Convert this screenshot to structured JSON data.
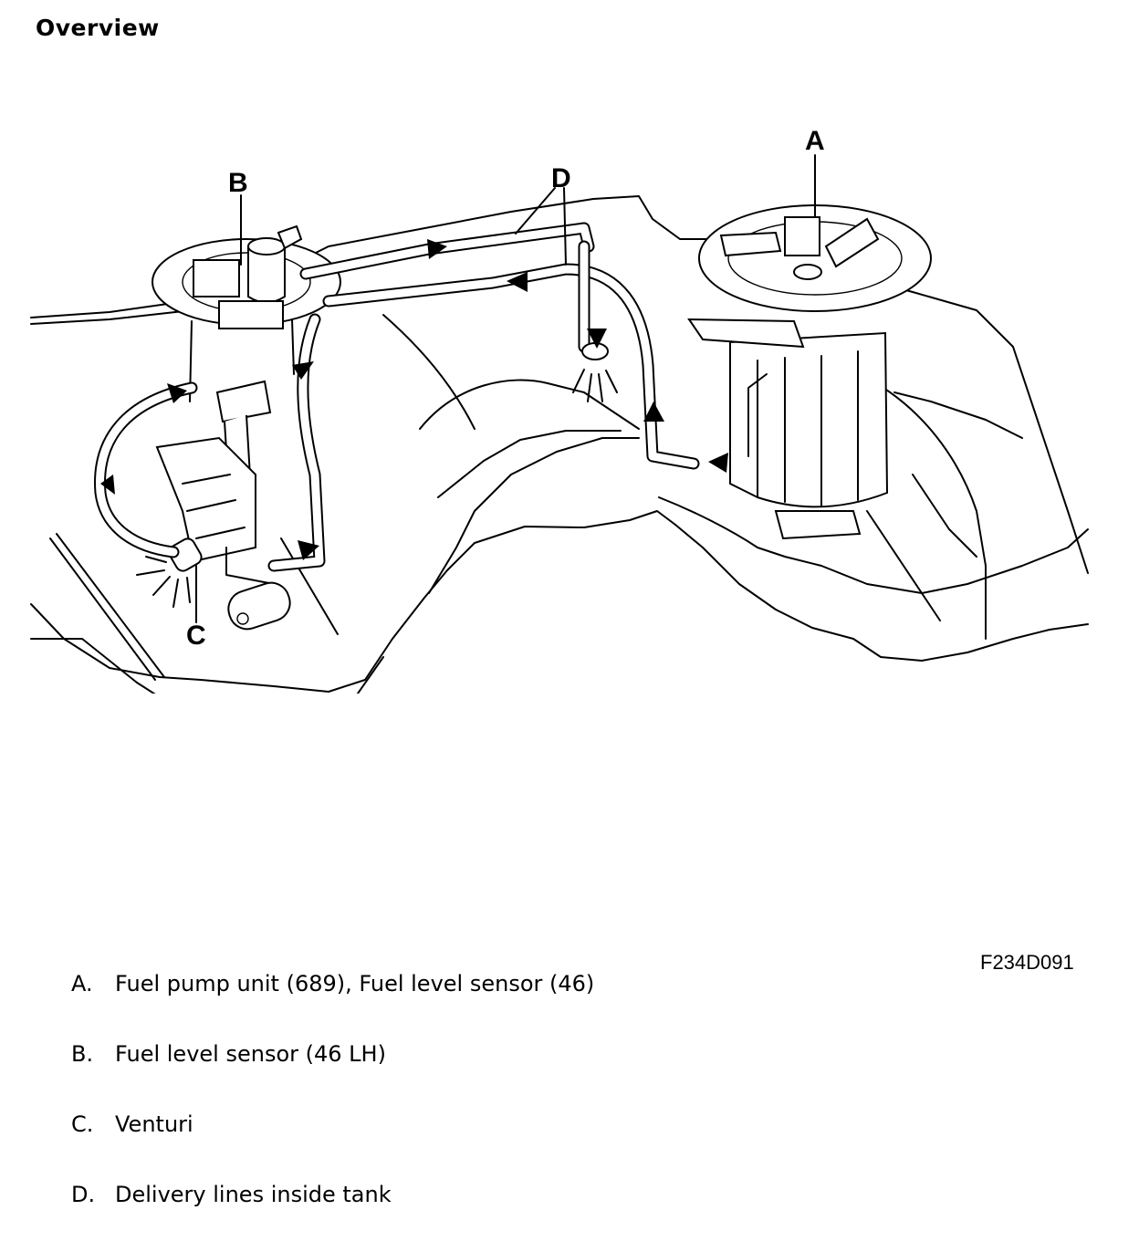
{
  "heading": "Overview",
  "figure_code": "F234D091",
  "callouts": {
    "a": "A",
    "b": "B",
    "c": "C",
    "d": "D"
  },
  "legend": [
    {
      "key": "A.",
      "text": "Fuel pump unit (689), Fuel level sensor (46)"
    },
    {
      "key": "B.",
      "text": "Fuel level sensor (46 LH)"
    },
    {
      "key": "C.",
      "text": "Venturi"
    },
    {
      "key": "D.",
      "text": "Delivery lines inside tank"
    }
  ]
}
